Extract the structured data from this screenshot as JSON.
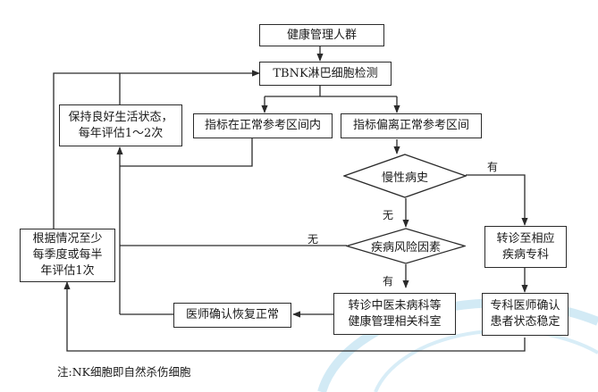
{
  "nodes": {
    "health_group": "健康管理人群",
    "tbnk_test": "TBNK淋巴细胞检测",
    "keep_healthy": "保持良好生活状态，\n每年评估1～2次",
    "normal_range": "指标在正常参考区间内",
    "deviate_range": "指标偏离正常参考区间",
    "chronic_history": "慢性病史",
    "disease_risk": "疾病风险因素",
    "refer_specialty": "转诊至相应\n疾病专科",
    "reassess": "根据情况至少\n每季度或每半\n年评估1次",
    "refer_tcm": "转诊中医未病科等\n健康管理相关科室",
    "doctor_confirm_normal": "医师确认恢复正常",
    "specialist_confirm": "专科医师确认\n患者状态稳定"
  },
  "edge_labels": {
    "has_1": "有",
    "none_1": "无",
    "none_2": "无",
    "has_2": "有"
  },
  "note": "注:NK细胞即自然杀伤细胞",
  "colors": {
    "line": "#2b2b2b",
    "watermark": "#7fc4e3"
  }
}
